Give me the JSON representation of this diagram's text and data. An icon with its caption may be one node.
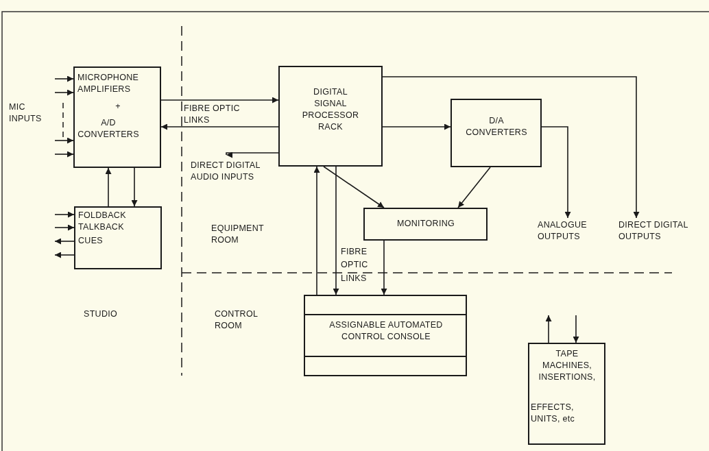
{
  "diagram": {
    "nodes": [
      {
        "text": [
          "MICROPHONE AMPLIFIERS",
          "+",
          "A/D CONVERTERS"
        ]
      },
      {
        "text": [
          "DIGITAL SIGNAL PROCESSOR RACK"
        ]
      },
      {
        "text": [
          "D/A CONVERTERS"
        ]
      },
      {
        "text": [
          "DIRECT DIGITAL AUDIO INPUTS"
        ]
      },
      {
        "text": [
          "FOLDBACK TALKBACK",
          "CUES"
        ]
      },
      {
        "text": [
          "MONITORING"
        ]
      },
      {
        "text": [
          "ANALOGUE OUTPUTS"
        ]
      },
      {
        "text": [
          "DIRECT DIGITAL OUTPUTS"
        ]
      },
      {
        "text": [
          "ASSIGNABLE AUTOMATED CONTROL CONSOLE"
        ]
      },
      {
        "text": [
          "TAPE MACHINES, INSERTIONS,",
          "EFFECTS, UNITS, etc"
        ]
      }
    ],
    "edges": [
      {
        "from": null,
        "to": 0,
        "arrow": "to"
      },
      {
        "from": null,
        "to": 0,
        "arrow": "to"
      },
      {
        "from": null,
        "to": 0,
        "arrow": "to"
      },
      {
        "from": null,
        "to": 0,
        "arrow": "to"
      },
      {
        "from": 0,
        "to": 1,
        "arrow": "to"
      },
      {
        "from": 1,
        "to": 0,
        "arrow": "to"
      },
      {
        "from": 1,
        "to": 3,
        "arrow": "to"
      },
      {
        "from": 4,
        "to": 0,
        "arrow": "to"
      },
      {
        "from": 0,
        "to": 4,
        "arrow": "to"
      },
      {
        "from": null,
        "to": 4,
        "arrow": "to"
      },
      {
        "from": null,
        "to": 4,
        "arrow": "to"
      },
      {
        "from": 4,
        "to": null,
        "arrow": "to"
      },
      {
        "from": 4,
        "to": null,
        "arrow": "to"
      },
      {
        "from": 1,
        "to": 7,
        "arrow": "to"
      },
      {
        "from": 1,
        "to": 2,
        "arrow": "to"
      },
      {
        "from": 2,
        "to": 6,
        "arrow": "to"
      },
      {
        "from": 1,
        "to": 5,
        "arrow": "to"
      },
      {
        "from": 2,
        "to": 5,
        "arrow": "to"
      },
      {
        "from": 8,
        "to": 1,
        "arrow": "to"
      },
      {
        "from": 1,
        "to": 8,
        "arrow": "to"
      },
      {
        "from": 5,
        "to": 8,
        "arrow": "to"
      },
      {
        "from": 9,
        "to": null,
        "arrow": "to"
      },
      {
        "from": null,
        "to": 9,
        "arrow": "to"
      }
    ],
    "labels": [
      "MIC INPUTS",
      "FIBRE OPTIC LINKS",
      "EQUIPMENT ROOM",
      "FIBRE OPTIC LINKS",
      "STUDIO",
      "CONTROL ROOM"
    ]
  }
}
